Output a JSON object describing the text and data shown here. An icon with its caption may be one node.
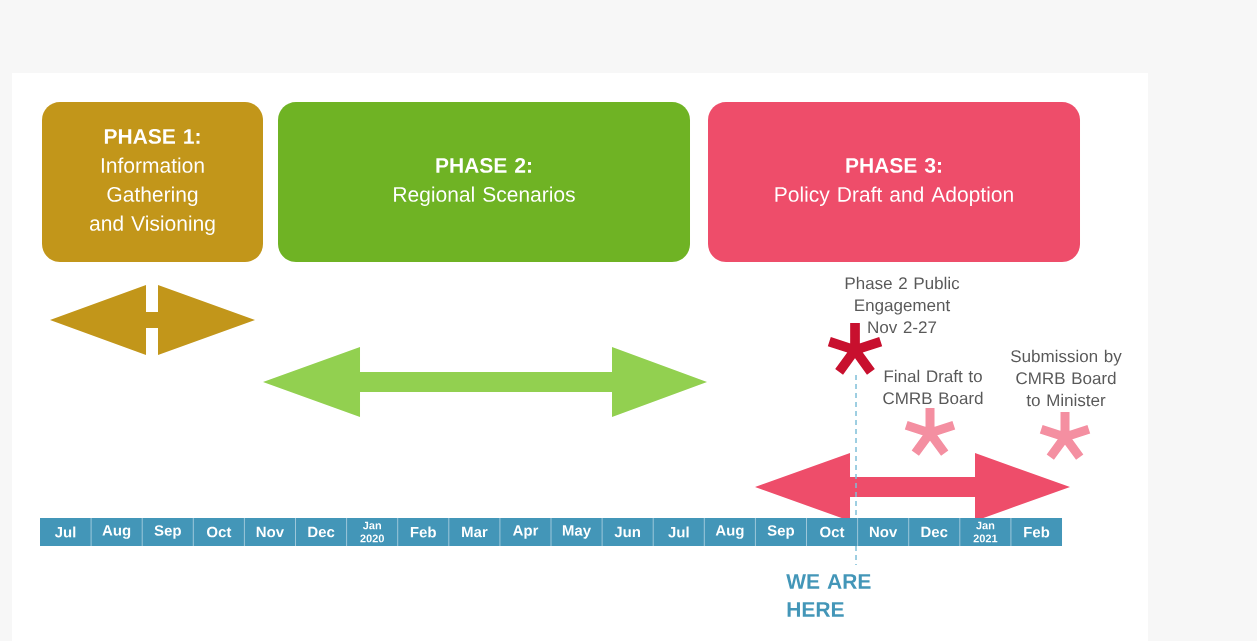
{
  "diagram": {
    "nodes": [
      {
        "text": [
          "PHASE 1:",
          "Information Gathering and Visioning"
        ]
      },
      {
        "text": [
          "PHASE 2:",
          "Regional Scenarios"
        ]
      },
      {
        "text": [
          "PHASE 3:",
          "Policy Draft and Adoption"
        ]
      }
    ],
    "labels": [
      "Phase 2 Public Engagement Nov 2-27",
      "Submission by CMRB Board to Minister",
      "Final Draft to CMRB Board",
      "Jul",
      "Aug",
      "Sep",
      "Oct",
      "Nov",
      "Dec",
      "Jan 2020",
      "Feb",
      "Mar",
      "Apr",
      "May",
      "Jun",
      "Jul",
      "Aug",
      "Sep",
      "Oct",
      "Nov",
      "Dec",
      "Jan 2021",
      "Feb",
      "WE ARE HERE"
    ]
  }
}
